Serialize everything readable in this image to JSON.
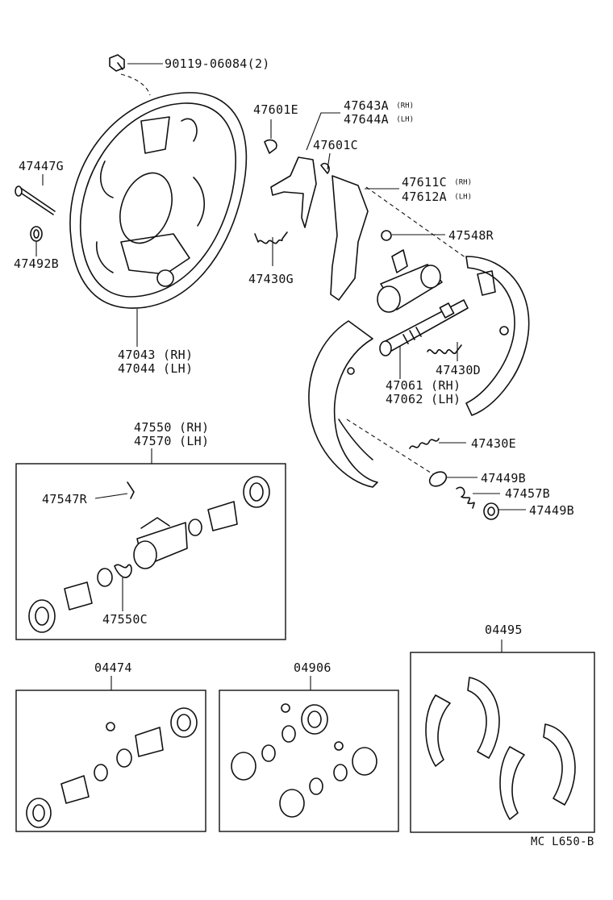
{
  "labels": {
    "bolt": "90119-06084(2)",
    "pin": "47447G",
    "washer": "47492B",
    "backing_plate_rh": "47043 (RH)",
    "backing_plate_lh": "47044 (LH)",
    "clip_e": "47601E",
    "lever_rh": "47643A",
    "lever_rh_side": "(RH)",
    "lever_lh": "47644A",
    "lever_lh_side": "(LH)",
    "clip_c": "47601C",
    "strut_rh": "47611C",
    "strut_rh_side": "(RH)",
    "strut_lh": "47612A",
    "strut_lh_side": "(LH)",
    "spring_g": "47430G",
    "cap_r": "47548R",
    "adjuster_rh": "47061 (RH)",
    "adjuster_lh": "47062 (LH)",
    "spring_d": "47430D",
    "spring_e": "47430E",
    "cup_b1": "47449B",
    "spring_b": "47457B",
    "cup_b2": "47449B",
    "cylinder_rh": "47550 (RH)",
    "cylinder_lh": "47570 (LH)",
    "bleeder": "47547R",
    "piston_spring": "47550C",
    "kit_cyl": "04474",
    "kit_cups": "04906",
    "kit_shoes": "04495",
    "footer_code": "MC L650-B"
  }
}
